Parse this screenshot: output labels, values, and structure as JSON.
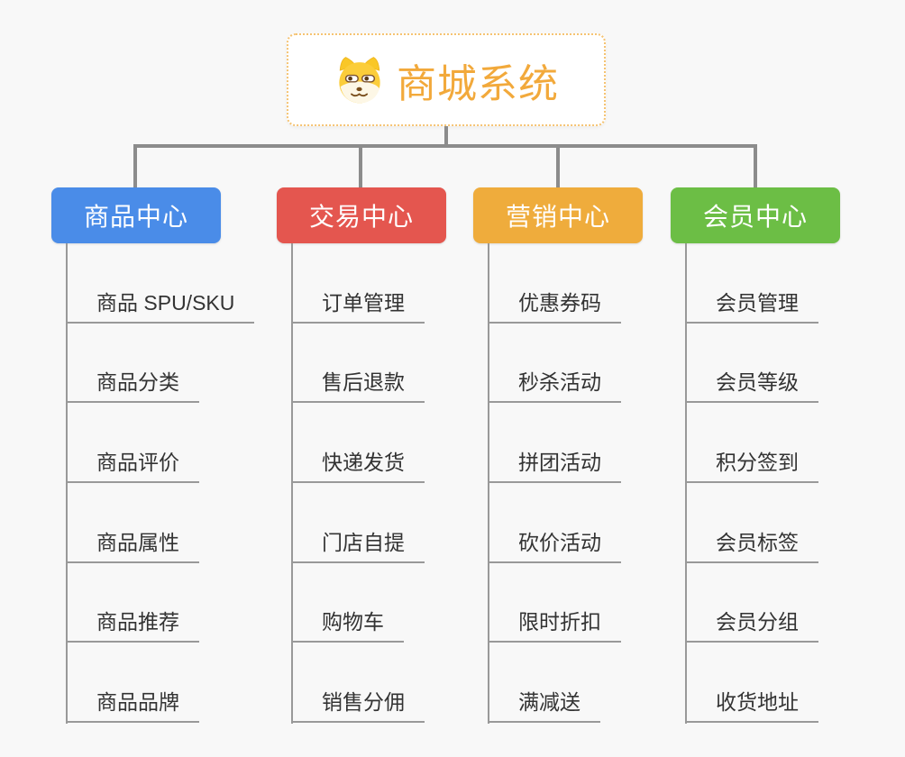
{
  "root": {
    "title": "商城系统",
    "icon": "dog-face-icon"
  },
  "branches": [
    {
      "id": "product-center",
      "label": "商品中心",
      "color": "#4A8CE8",
      "children": [
        "商品 SPU/SKU",
        "商品分类",
        "商品评价",
        "商品属性",
        "商品推荐",
        "商品品牌"
      ]
    },
    {
      "id": "trade-center",
      "label": "交易中心",
      "color": "#E4564F",
      "children": [
        "订单管理",
        "售后退款",
        "快递发货",
        "门店自提",
        "购物车",
        "销售分佣"
      ]
    },
    {
      "id": "marketing-center",
      "label": "营销中心",
      "color": "#EFAC3C",
      "children": [
        "优惠券码",
        "秒杀活动",
        "拼团活动",
        "砍价活动",
        "限时折扣",
        "满减送"
      ]
    },
    {
      "id": "member-center",
      "label": "会员中心",
      "color": "#6CBE45",
      "children": [
        "会员管理",
        "会员等级",
        "积分签到",
        "会员标签",
        "会员分组",
        "收货地址"
      ]
    }
  ],
  "colors": {
    "background": "#F8F8F8",
    "root_accent": "#F2A93B",
    "root_border": "#F5C372",
    "connector": "#8C8C8C",
    "leaf_line": "#999999",
    "leaf_text": "#333333"
  }
}
